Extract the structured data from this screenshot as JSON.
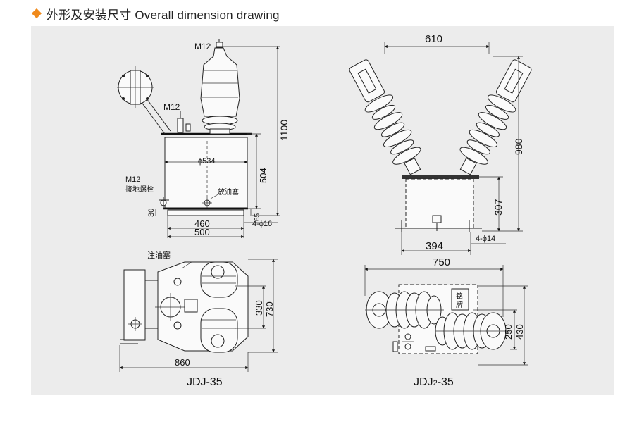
{
  "header": {
    "title": "外形及安装尺寸 Overall dimension drawing",
    "bullet_color": "#f08a1c"
  },
  "jdj35": {
    "model": "JDJ-35",
    "front": {
      "m12_top": "M12",
      "m12_side": "M12",
      "d1100": "1100",
      "d534": "ϕ534",
      "d504": "504",
      "ground_bolt_1": "M12",
      "ground_bolt_2": "接地螺栓",
      "drain_plug": "放油塞",
      "d30": "30",
      "d65": "65",
      "d460": "460",
      "d500": "500",
      "holes": "4-ϕ16"
    },
    "top": {
      "fill_plug": "注油塞",
      "d330": "330",
      "d730": "730",
      "d860": "860"
    }
  },
  "jdj2_35": {
    "model_pre": "JDJ",
    "model_sub": "2",
    "model_post": "-35",
    "front": {
      "d610": "610",
      "d980": "980",
      "d307": "307",
      "d394": "394",
      "holes": "4-ϕ14"
    },
    "top": {
      "d750": "750",
      "d250": "250",
      "d430": "430",
      "nameplate_1": "铭",
      "nameplate_2": "牌"
    }
  }
}
